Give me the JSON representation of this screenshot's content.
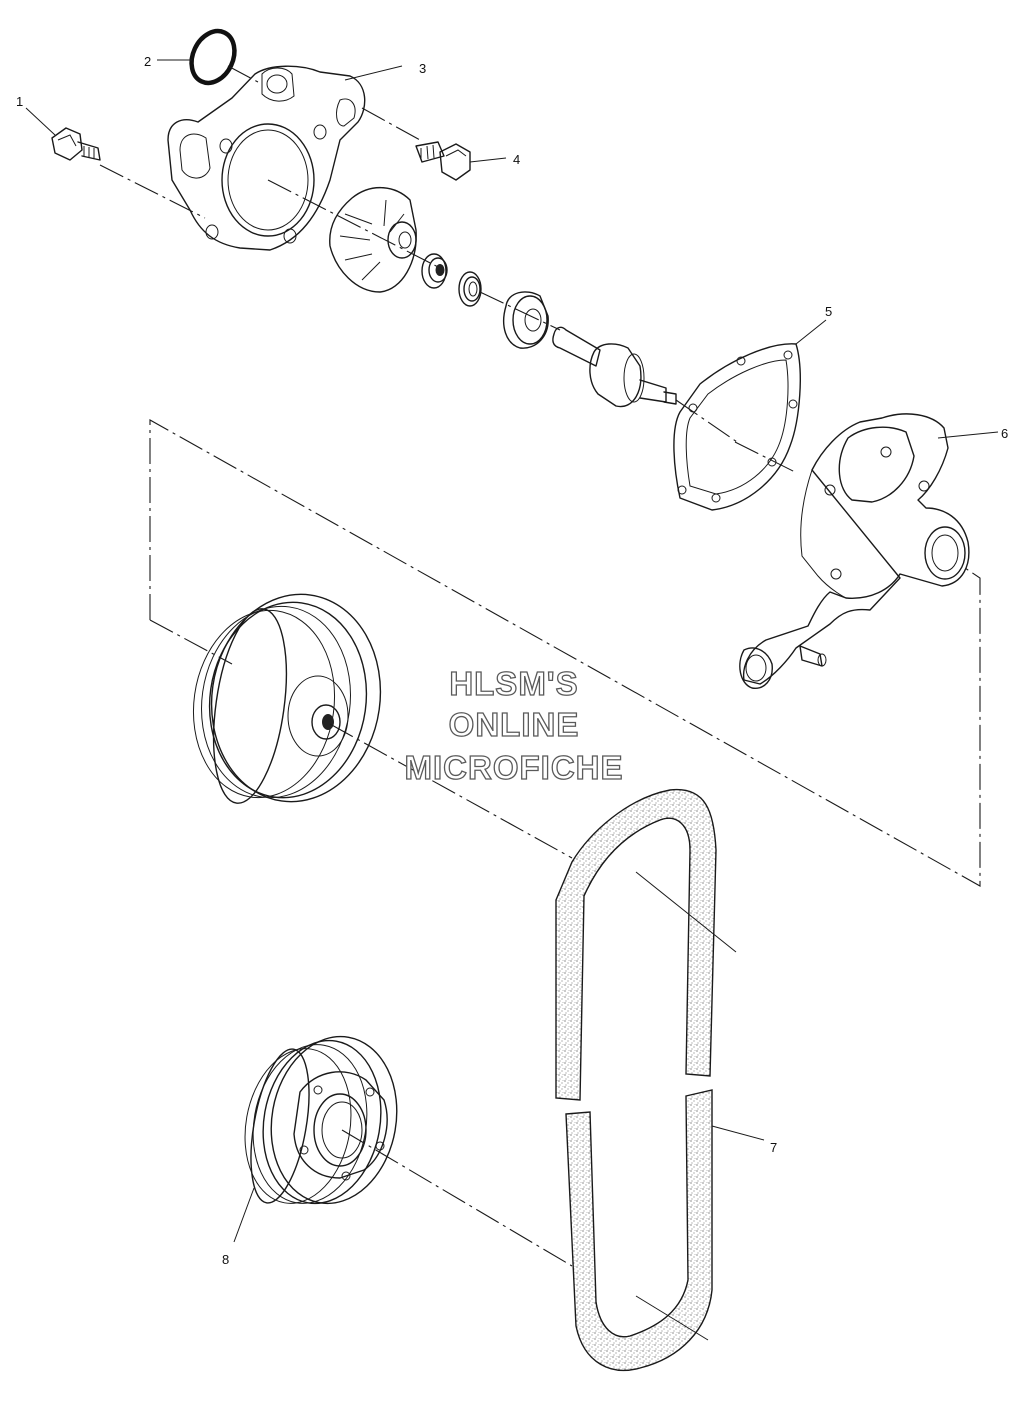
{
  "diagram": {
    "callouts": [
      {
        "id": "1",
        "label": "1"
      },
      {
        "id": "2",
        "label": "2"
      },
      {
        "id": "3",
        "label": "3"
      },
      {
        "id": "4",
        "label": "4"
      },
      {
        "id": "5",
        "label": "5"
      },
      {
        "id": "6",
        "label": "6"
      },
      {
        "id": "7",
        "label": "7"
      },
      {
        "id": "8",
        "label": "8"
      }
    ],
    "watermark": {
      "line1": "HLSM'S",
      "line2": "ONLINE",
      "line3": "MICROFICHE"
    }
  }
}
